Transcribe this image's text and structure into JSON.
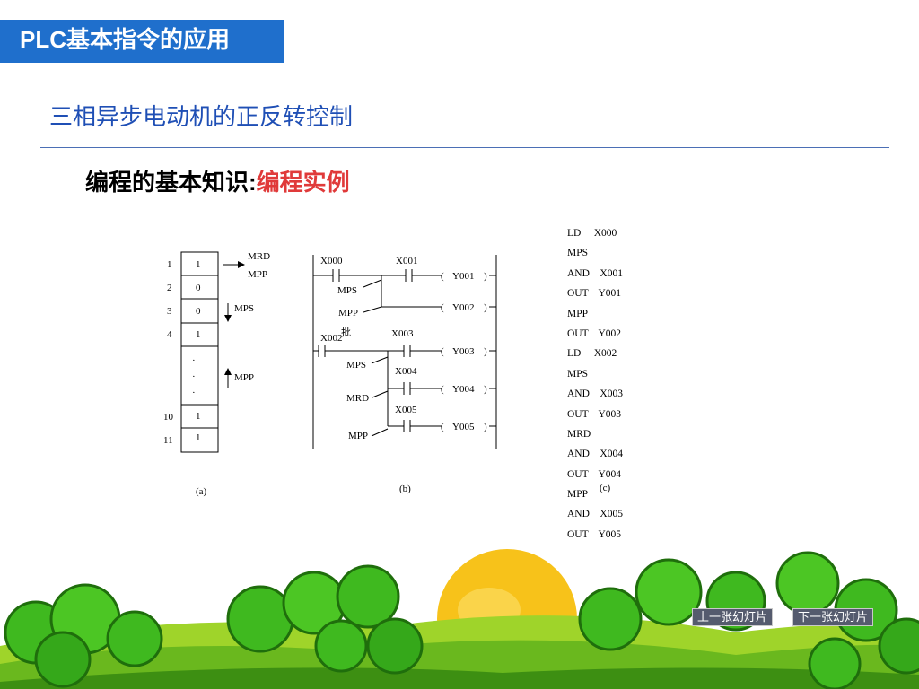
{
  "header": {
    "title": "PLC基本指令的应用"
  },
  "subtitle": "三相异步电动机的正反转控制",
  "section": {
    "label": "编程的基本知识:",
    "highlight": "编程实例"
  },
  "stack_diagram": {
    "row_labels": [
      "1",
      "2",
      "3",
      "4",
      "10",
      "11"
    ],
    "cells": [
      "1",
      "0",
      "0",
      "1",
      "1",
      "1"
    ],
    "dots": "·",
    "arrow_labels": {
      "mrd": "MRD",
      "mpp_top": "MPP",
      "mps": "MPS",
      "mpp": "MPP"
    },
    "caption": "(a)"
  },
  "ladder_diagram": {
    "contacts": {
      "x000": "X000",
      "x001": "X001",
      "x002": "X002",
      "x003": "X003",
      "x004": "X004",
      "x005": "X005"
    },
    "coils": {
      "y001": "Y001",
      "y002": "Y002",
      "y003": "Y003",
      "y004": "Y004",
      "y005": "Y005"
    },
    "labels": {
      "mps1": "MPS",
      "mpp1": "MPP",
      "mps2": "MPS",
      "mrd": "MRD",
      "mpp2": "MPP",
      "stray": "批"
    },
    "caption": "(b)"
  },
  "instruction_list": {
    "lines": [
      "LD     X000",
      "MPS",
      "AND    X001",
      "OUT    Y001",
      "MPP",
      "OUT    Y002",
      "LD     X002",
      "MPS",
      "AND    X003",
      "OUT    Y003",
      "MRD",
      "AND    X004",
      "OUT    Y004",
      "MPP",
      "AND    X005",
      "OUT    Y005"
    ],
    "caption": "(c)"
  },
  "navigation": {
    "prev": "上一张幻灯片",
    "next": "下一张幻灯片"
  },
  "colors": {
    "title_bg": "#1f6fcc",
    "subtitle": "#1f4fb5",
    "highlight": "#e03a3a",
    "sun": "#f7c21a",
    "grass": "#6ab81e",
    "tree": "#3fb91f"
  }
}
